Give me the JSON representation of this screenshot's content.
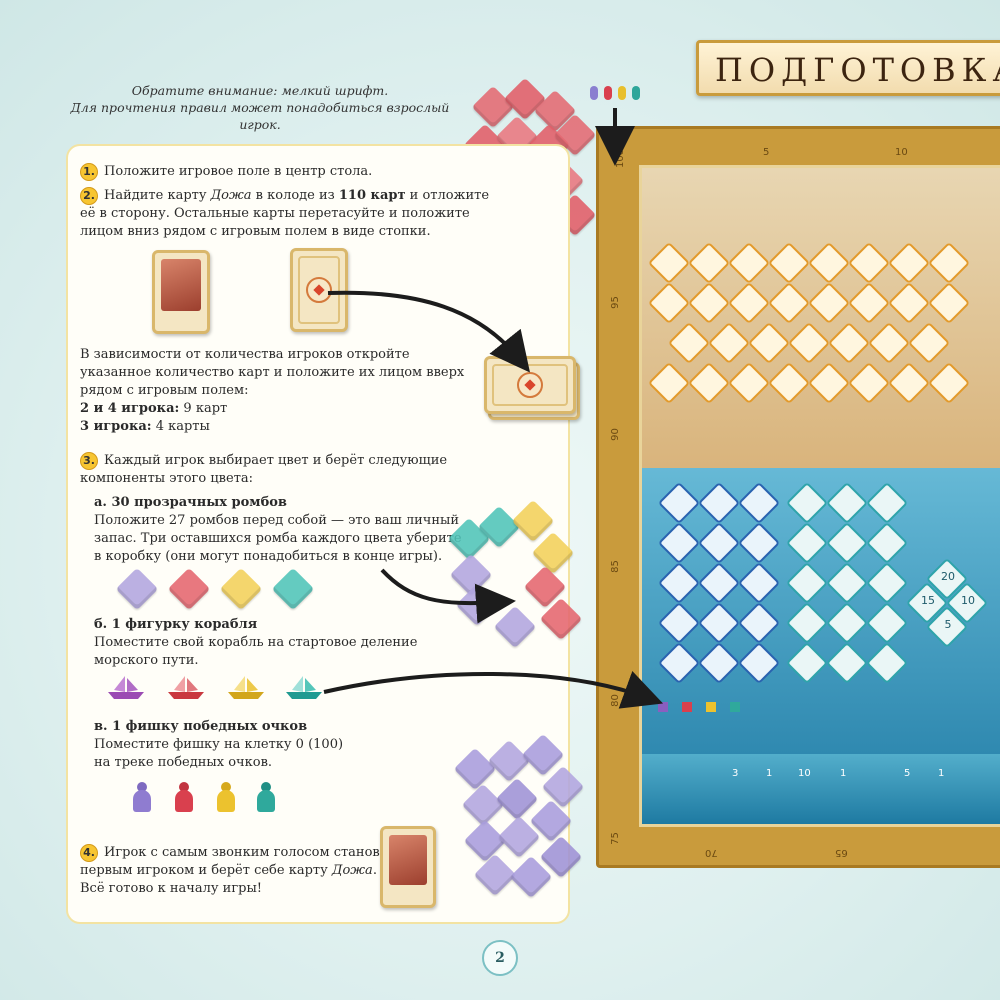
{
  "notice": {
    "line1": "Обратите внимание: мелкий шрифт.",
    "line2": "Для прочтения правил может понадобиться взрослый игрок."
  },
  "title": "ПОДГОТОВКА",
  "steps": {
    "s1": {
      "num": "1.",
      "text": "Положите игровое поле в центр стола."
    },
    "s2": {
      "num": "2.",
      "line1a": "Найдите карту ",
      "line1b": "Дожа",
      "line1c": " в колоде из ",
      "line1d": "110 карт",
      "line1e": " и отложите",
      "line2": "её в сторону. Остальные карты перетасуйте и положите",
      "line3": "лицом вниз рядом с игровым полем в виде стопки.",
      "p2l1": "В зависимости от количества игроков откройте",
      "p2l2": "указанное количество карт и положите их лицом вверх",
      "p2l3": "рядом с игровым полем:",
      "p2l4a": "2 и 4 игрока:",
      "p2l4b": " 9 карт",
      "p2l5a": "3 игрока:",
      "p2l5b": " 4 карты"
    },
    "s3": {
      "num": "3.",
      "line1": "Каждый игрок выбирает цвет и берёт следующие",
      "line2": "компоненты этого цвета:",
      "a_title": "а. 30 прозрачных ромбов",
      "a1": "Положите 27 ромбов перед собой — это ваш личный",
      "a2": "запас. Три оставшихся ромба каждого цвета уберите",
      "a3": "в коробку (они могут понадобиться в конце игры).",
      "b_title": "б. 1 фигурку корабля",
      "b1": "Поместите свой корабль на стартовое деление",
      "b2": "морского пути.",
      "c_title": "в. 1 фишку победных очков",
      "c1": "Поместите фишку на клетку 0 (100)",
      "c2": "на треке победных очков."
    },
    "s4": {
      "num": "4.",
      "line1": "Игрок с самым звонким голосом становится",
      "line2a": "первым игроком и берёт себе карту ",
      "line2b": "Дожа",
      "line2c": ".",
      "line3": "Всё готово к началу игры!"
    }
  },
  "player_colors": {
    "purple": "#a79ad6",
    "red": "#e5666f",
    "yellow": "#f3d15a",
    "teal": "#4fc4b9"
  },
  "board": {
    "track_left": [
      "100",
      "95",
      "90",
      "85",
      "80",
      "75"
    ],
    "track_top": [
      "5",
      "10"
    ],
    "track_bottom": [
      "70",
      "65"
    ],
    "bottom_numbers": [
      "3",
      "1",
      "10",
      "1",
      "5",
      "1"
    ],
    "score_numbers": [
      "20",
      "15",
      "10",
      "5"
    ]
  },
  "page_number": "2"
}
